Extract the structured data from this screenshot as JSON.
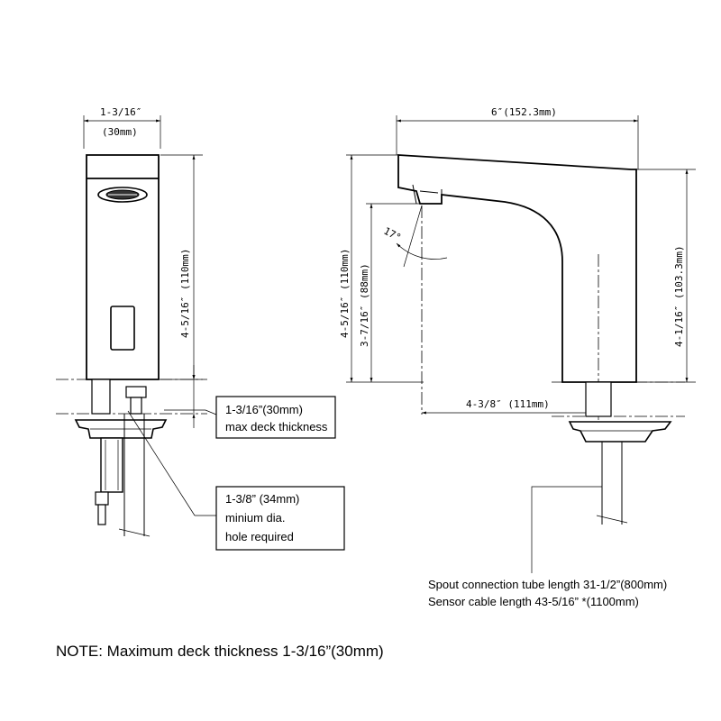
{
  "front_view": {
    "width_imperial": "1-3/16″",
    "width_metric": "(30mm)",
    "height": "4-5/16″ (110mm)"
  },
  "side_view": {
    "spout_length": "6″(152.3mm)",
    "total_height": "4-5/16″ (110mm)",
    "spout_outlet_height": "3-7/16″ (88mm)",
    "body_height": "4-1/16″ (103.3mm)",
    "angle": "17°",
    "reach": "4-3/8″ (111mm)"
  },
  "callouts": {
    "deck": {
      "line1": "1-3/16”(30mm)",
      "line2": "max deck thickness"
    },
    "hole": {
      "line1": "1-3/8” (34mm)",
      "line2": "minium dia.",
      "line3": "hole required"
    },
    "tube": {
      "line1": "Spout connection tube length 31-1/2”(800mm)",
      "line2": "Sensor cable length 43-5/16” *(1100mm)"
    }
  },
  "note": "NOTE: Maximum deck thickness 1-3/16”(30mm)"
}
